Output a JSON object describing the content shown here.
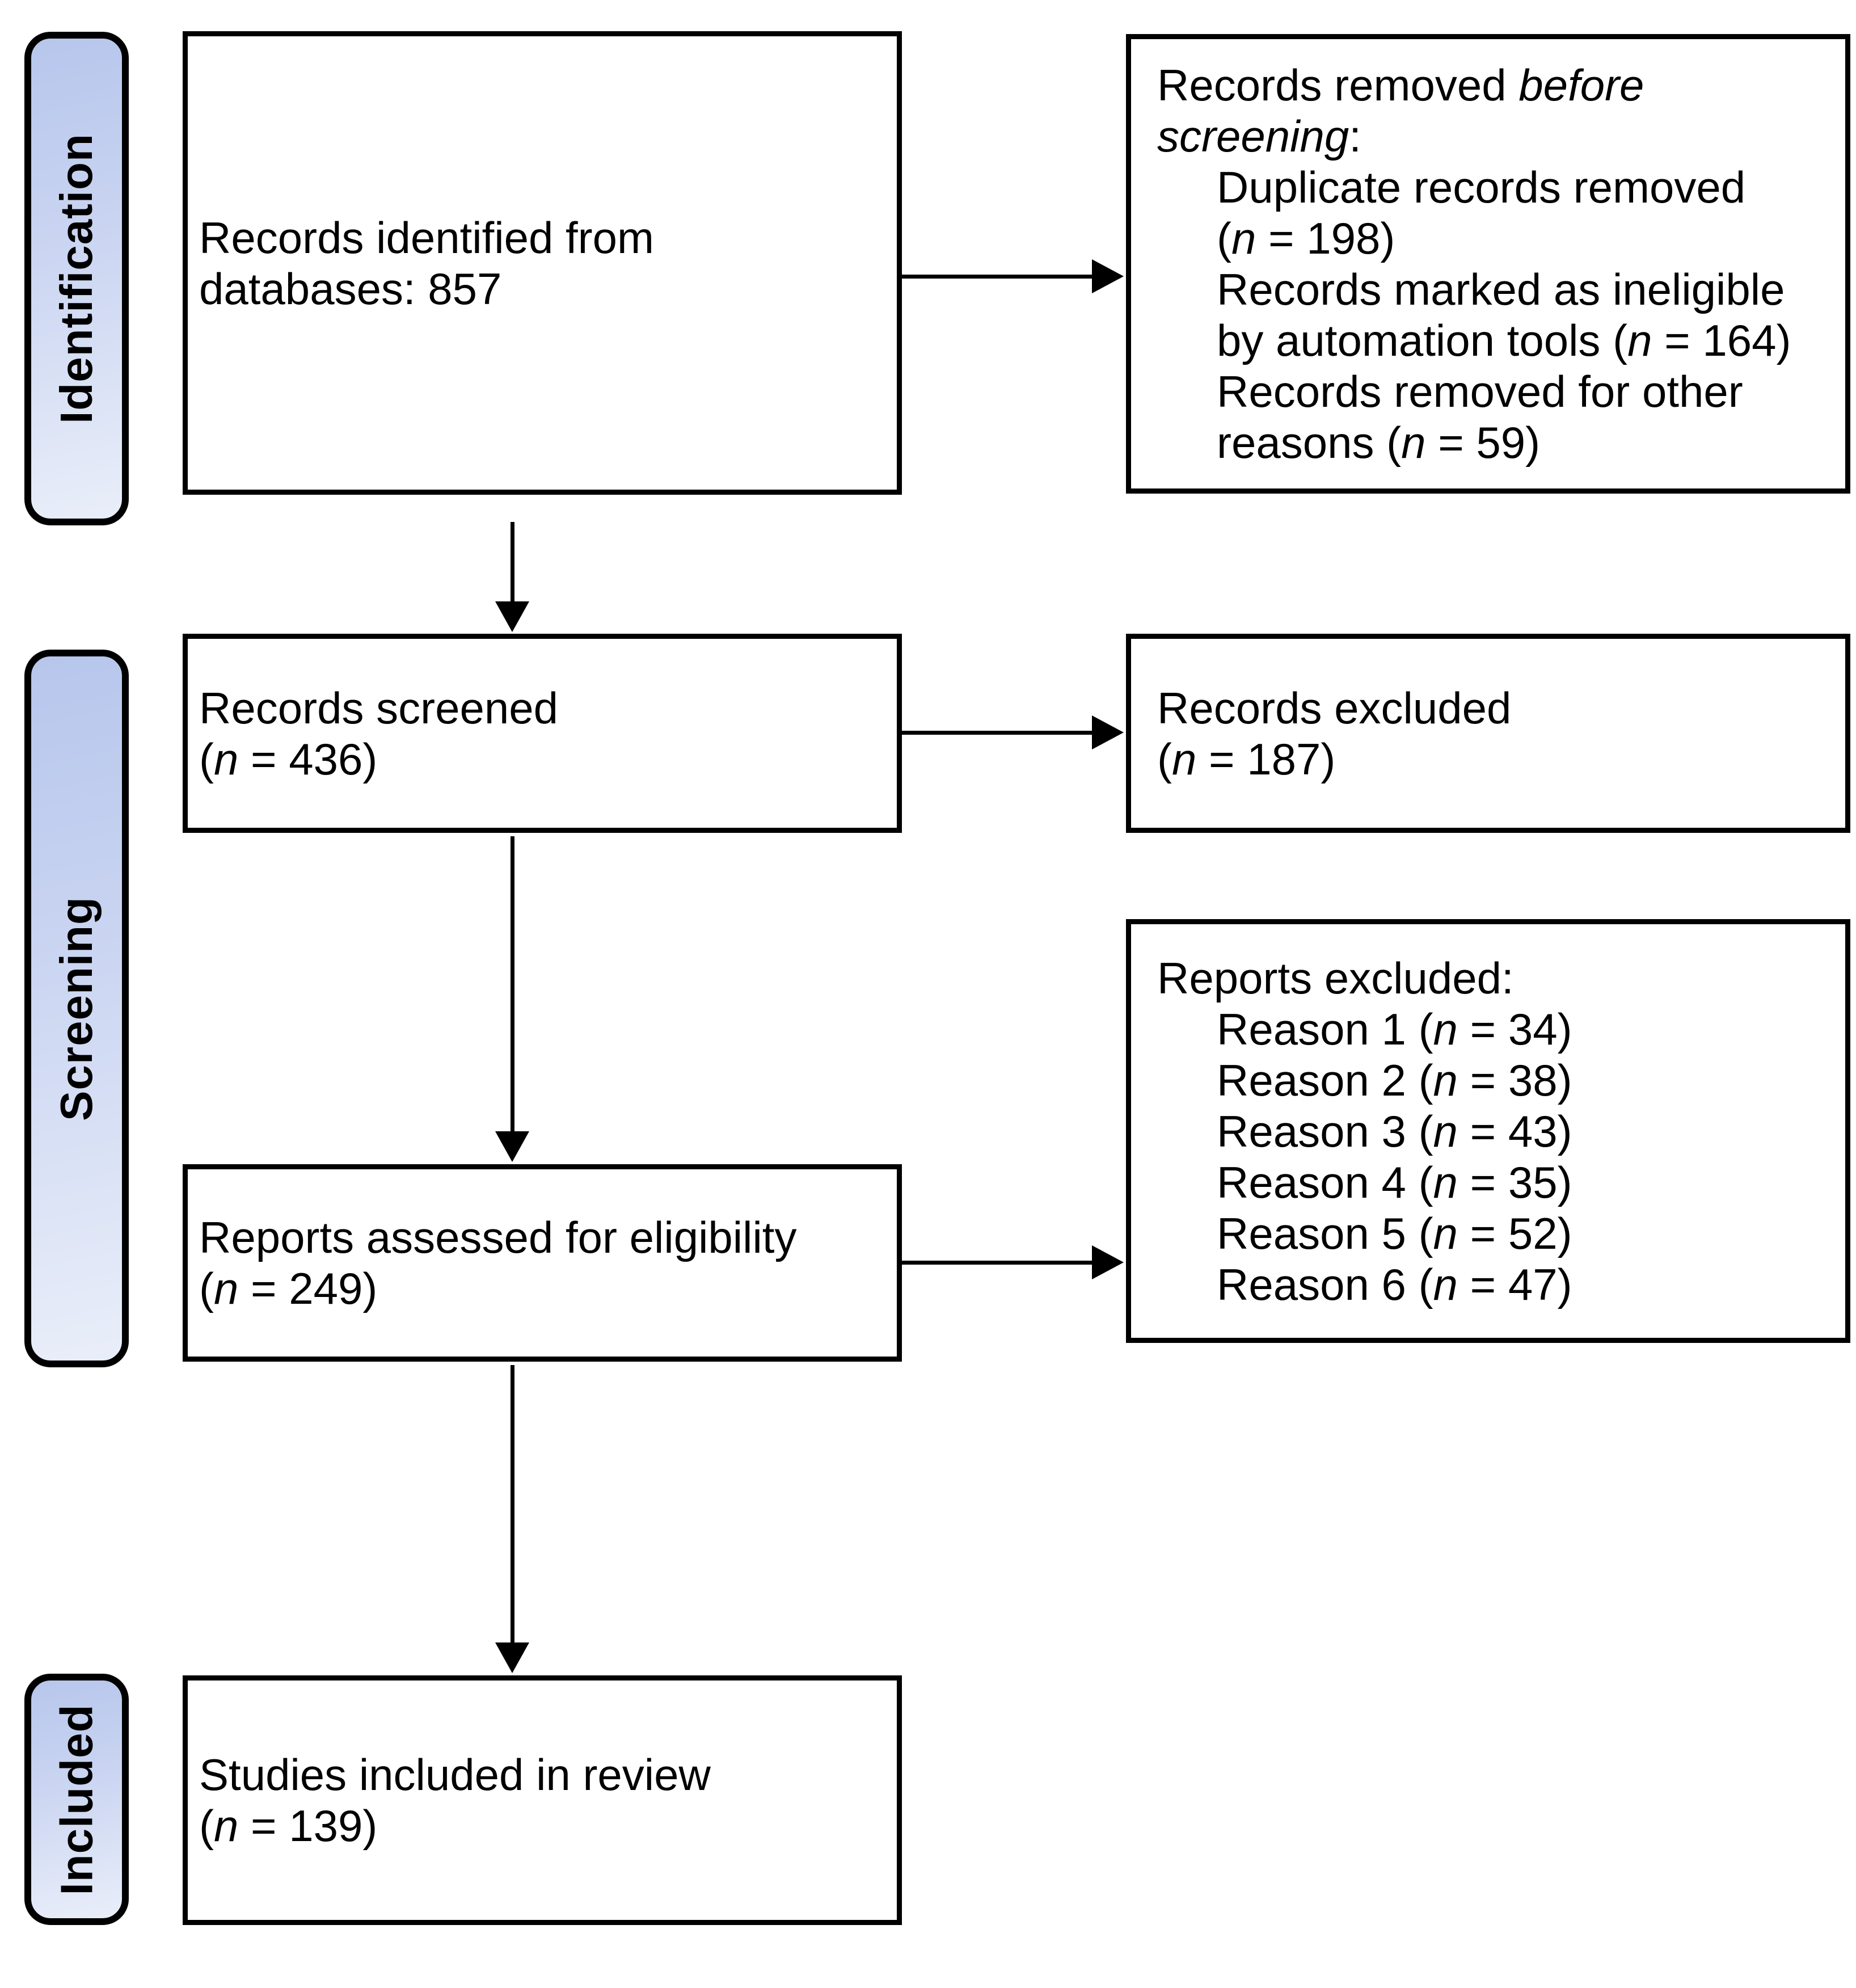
{
  "palette": {
    "background": "#ffffff",
    "box_fill": "#ffffff",
    "box_border": "#000000",
    "arrow": "#000000",
    "text": "#000000",
    "stage_gradient_start": "#b7c6ec",
    "stage_gradient_mid": "#c9d4f1",
    "stage_gradient_end": "#e9eef9"
  },
  "sidebar": {
    "stages": [
      {
        "label": "Identification"
      },
      {
        "label": "Screening"
      },
      {
        "label": "Included"
      }
    ]
  },
  "boxes": {
    "identified": {
      "lines": [
        {
          "segments": [
            {
              "t": "Records identified from"
            }
          ]
        },
        {
          "segments": [
            {
              "t": "databases: 857"
            }
          ]
        }
      ]
    },
    "removed_before_screening": {
      "lines": [
        {
          "segments": [
            {
              "t": "Records removed "
            },
            {
              "t": "before",
              "italic": true
            }
          ]
        },
        {
          "segments": [
            {
              "t": "screening",
              "italic": true
            },
            {
              "t": ":"
            }
          ]
        },
        {
          "indent": true,
          "segments": [
            {
              "t": "Duplicate records removed"
            }
          ]
        },
        {
          "indent": true,
          "segments": [
            {
              "t": "("
            },
            {
              "t": "n",
              "italic": true
            },
            {
              "t": " = 198)"
            }
          ]
        },
        {
          "indent": true,
          "segments": [
            {
              "t": "Records marked as ineligible"
            }
          ]
        },
        {
          "indent": true,
          "segments": [
            {
              "t": "by automation tools ("
            },
            {
              "t": "n",
              "italic": true
            },
            {
              "t": " = 164)"
            }
          ]
        },
        {
          "indent": true,
          "segments": [
            {
              "t": "Records removed for other"
            }
          ]
        },
        {
          "indent": true,
          "segments": [
            {
              "t": "reasons ("
            },
            {
              "t": "n",
              "italic": true
            },
            {
              "t": " = 59)"
            }
          ]
        }
      ]
    },
    "screened": {
      "lines": [
        {
          "segments": [
            {
              "t": "Records screened"
            }
          ]
        },
        {
          "segments": [
            {
              "t": "("
            },
            {
              "t": "n",
              "italic": true
            },
            {
              "t": " = 436)"
            }
          ]
        }
      ]
    },
    "records_excluded": {
      "lines": [
        {
          "segments": [
            {
              "t": "Records excluded"
            }
          ]
        },
        {
          "segments": [
            {
              "t": "("
            },
            {
              "t": "n",
              "italic": true
            },
            {
              "t": " = 187)"
            }
          ]
        }
      ]
    },
    "assessed": {
      "lines": [
        {
          "segments": [
            {
              "t": "Reports assessed for eligibility"
            }
          ]
        },
        {
          "segments": [
            {
              "t": "("
            },
            {
              "t": "n",
              "italic": true
            },
            {
              "t": " = 249)"
            }
          ]
        }
      ]
    },
    "reports_excluded": {
      "lines": [
        {
          "segments": [
            {
              "t": "Reports excluded:"
            }
          ]
        },
        {
          "indent": true,
          "segments": [
            {
              "t": "Reason 1 ("
            },
            {
              "t": "n",
              "italic": true
            },
            {
              "t": " = 34)"
            }
          ]
        },
        {
          "indent": true,
          "segments": [
            {
              "t": "Reason 2 ("
            },
            {
              "t": "n",
              "italic": true
            },
            {
              "t": " = 38)"
            }
          ]
        },
        {
          "indent": true,
          "segments": [
            {
              "t": "Reason 3 ("
            },
            {
              "t": "n",
              "italic": true
            },
            {
              "t": " = 43)"
            }
          ]
        },
        {
          "indent": true,
          "segments": [
            {
              "t": "Reason 4 ("
            },
            {
              "t": "n",
              "italic": true
            },
            {
              "t": " = 35)"
            }
          ]
        },
        {
          "indent": true,
          "segments": [
            {
              "t": "Reason 5 ("
            },
            {
              "t": "n",
              "italic": true
            },
            {
              "t": " = 52)"
            }
          ]
        },
        {
          "indent": true,
          "segments": [
            {
              "t": "Reason 6 ("
            },
            {
              "t": "n",
              "italic": true
            },
            {
              "t": " = 47)"
            }
          ]
        }
      ]
    },
    "included_studies": {
      "lines": [
        {
          "segments": [
            {
              "t": "Studies included in review"
            }
          ]
        },
        {
          "segments": [
            {
              "t": "("
            },
            {
              "t": "n",
              "italic": true
            },
            {
              "t": " = 139)"
            }
          ]
        }
      ]
    }
  }
}
